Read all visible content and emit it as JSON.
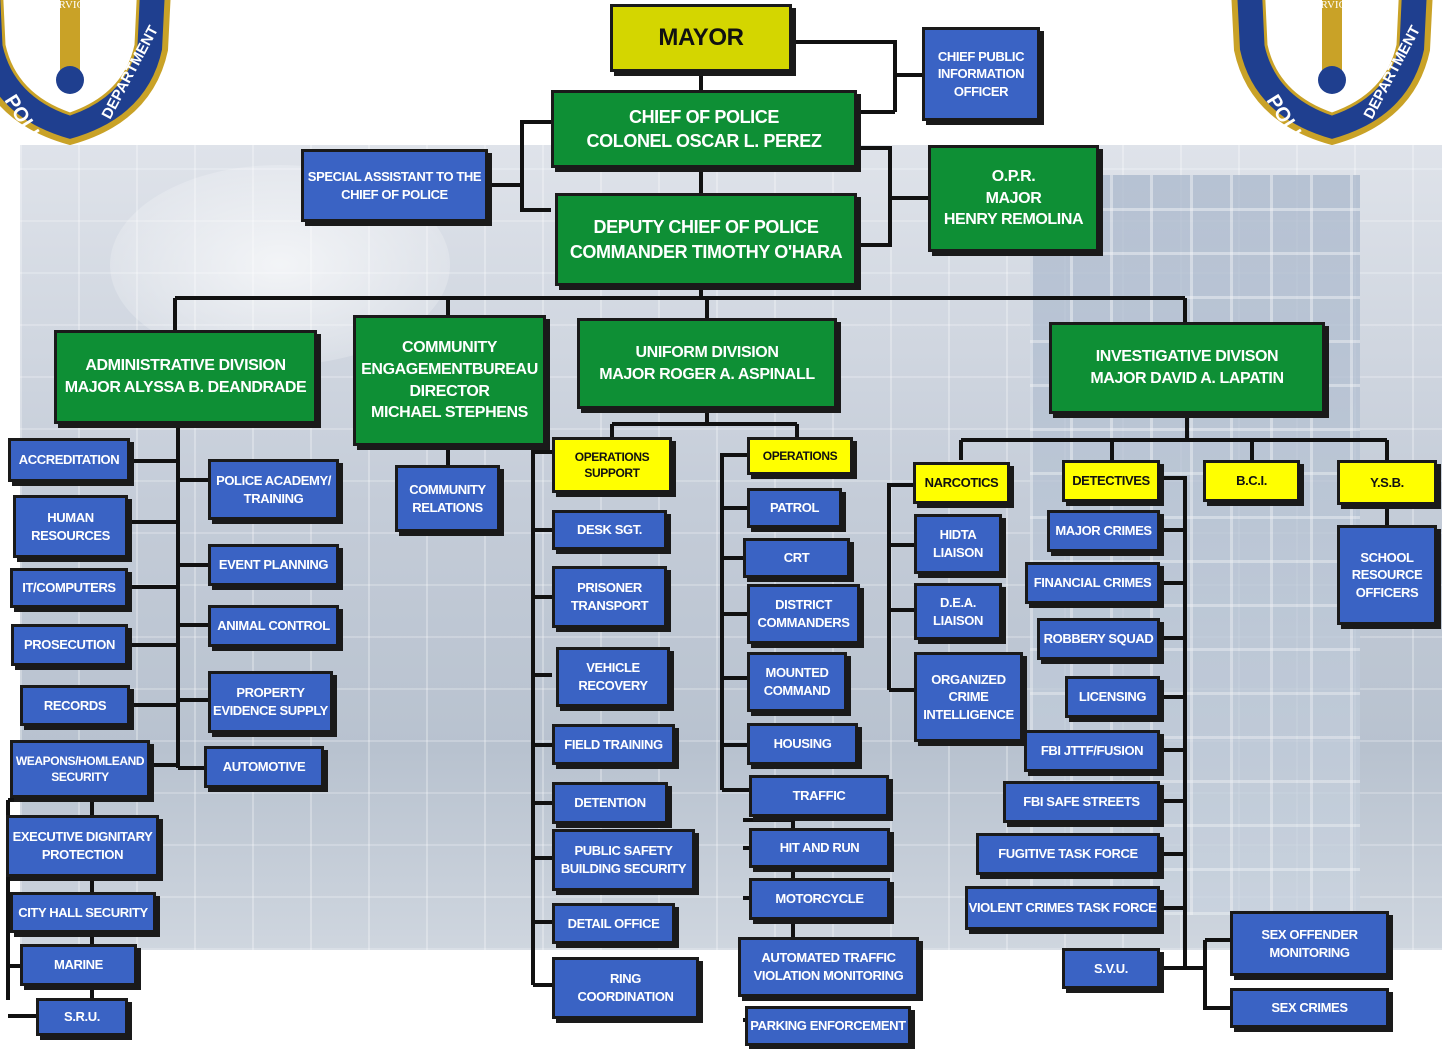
{
  "colors": {
    "green": "#0e8f35",
    "blue": "#3a63c4",
    "yellow": "#ffff00",
    "mayor": "#d4d600",
    "line": "#1a1a1a"
  },
  "badges": {
    "motto": "SEMPERVIGILANS",
    "word_left": "POLICE",
    "word_right": "DEPARTMENT"
  },
  "mayor": "MAYOR",
  "chief": {
    "title": "CHIEF OF POLICE",
    "name": "COLONEL OSCAR L. PEREZ"
  },
  "chief_pio": "CHIEF PUBLIC\nINFORMATION\nOFFICER",
  "special_assistant": "SPECIAL ASSISTANT TO THE\nCHIEF OF POLICE",
  "opr": {
    "title": "O.P.R.",
    "rank": "MAJOR",
    "name": "HENRY REMOLINA"
  },
  "deputy": {
    "title": "DEPUTY CHIEF OF POLICE",
    "name": "COMMANDER TIMOTHY O'HARA"
  },
  "divisions": {
    "administrative": {
      "title": "ADMINISTRATIVE DIVISION",
      "head": "MAJOR ALYSSA B. DEANDRADE"
    },
    "community": {
      "title": "COMMUNITY\nENGAGEMENTBUREAU\nDIRECTOR\nMICHAEL STEPHENS"
    },
    "uniform": {
      "title": "UNIFORM DIVISION",
      "head": "MAJOR ROGER A. ASPINALL"
    },
    "investigative": {
      "title": "INVESTIGATIVE DIVISON",
      "head": "MAJOR DAVID A. LAPATIN"
    }
  },
  "admin_left": [
    "ACCREDITATION",
    "HUMAN\nRESOURCES",
    "IT/COMPUTERS",
    "PROSECUTION",
    "RECORDS",
    "WEAPONS/HOMLEAND\nSECURITY",
    "EXECUTIVE DIGNITARY\nPROTECTION",
    "CITY HALL SECURITY",
    "MARINE",
    "S.R.U."
  ],
  "admin_right": [
    "POLICE ACADEMY/\nTRAINING",
    "EVENT PLANNING",
    "ANIMAL CONTROL",
    "PROPERTY\nEVIDENCE SUPPLY",
    "AUTOMOTIVE"
  ],
  "community_units": [
    "COMMUNITY\nRELATIONS"
  ],
  "ops_support": {
    "header": "OPERATIONS\nSUPPORT",
    "units": [
      "DESK SGT.",
      "PRISONER\nTRANSPORT",
      "VEHICLE\nRECOVERY",
      "FIELD TRAINING",
      "DETENTION",
      "PUBLIC SAFETY\nBUILDING SECURITY",
      "DETAIL OFFICE",
      "RING\nCOORDINATION"
    ]
  },
  "operations": {
    "header": "OPERATIONS",
    "units": [
      "PATROL",
      "CRT",
      "DISTRICT\nCOMMANDERS",
      "MOUNTED\nCOMMAND",
      "HOUSING",
      "TRAFFIC",
      "HIT AND RUN",
      "MOTORCYCLE",
      "AUTOMATED TRAFFIC\nVIOLATION MONITORING",
      "PARKING ENFORCEMENT"
    ]
  },
  "narcotics": {
    "header": "NARCOTICS",
    "units": [
      "HIDTA\nLIAISON",
      "D.E.A.\nLIAISON",
      "ORGANIZED\nCRIME\nINTELLIGENCE"
    ]
  },
  "detectives": {
    "header": "DETECTIVES",
    "units": [
      "MAJOR CRIMES",
      "FINANCIAL CRIMES",
      "ROBBERY SQUAD",
      "LICENSING",
      "FBI JTTF/FUSION",
      "FBI SAFE STREETS",
      "FUGITIVE TASK FORCE",
      "VIOLENT CRIMES TASK FORCE",
      "S.V.U."
    ]
  },
  "svu_units": [
    "SEX OFFENDER\nMONITORING",
    "SEX CRIMES"
  ],
  "bci": {
    "header": "B.C.I."
  },
  "ysb": {
    "header": "Y.S.B.",
    "units": [
      "SCHOOL\nRESOURCE\nOFFICERS"
    ]
  }
}
